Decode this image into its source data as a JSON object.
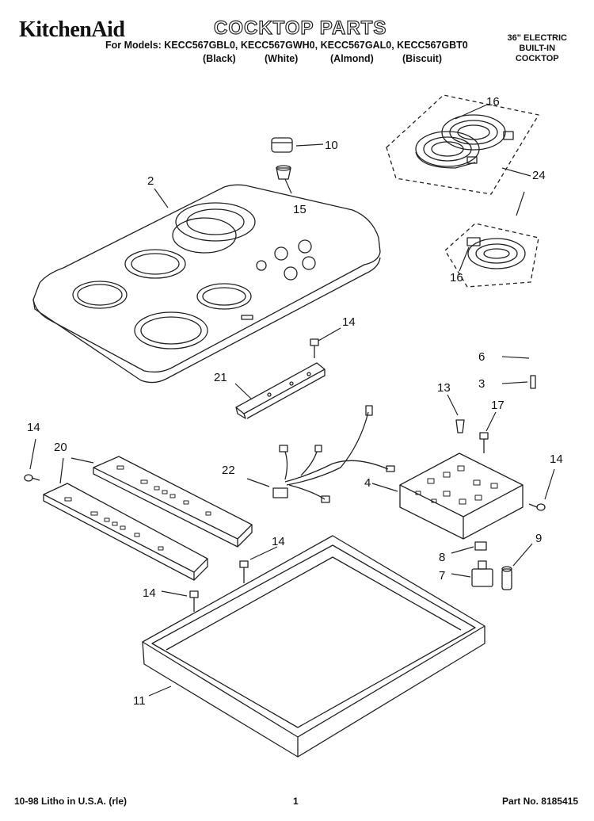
{
  "header": {
    "brand": "KitchenAid",
    "title": "COCKTOP PARTS",
    "models": "For Models: KECC567GBL0, KECC567GWH0, KECC567GAL0, KECC567GBT0",
    "colors": [
      "(Black)",
      "(White)",
      "(Almond)",
      "(Biscuit)"
    ],
    "product_type": [
      "36\" ELECTRIC",
      "BUILT-IN",
      "COCKTOP"
    ]
  },
  "callouts": [
    "2",
    "10",
    "15",
    "16",
    "24",
    "16",
    "14",
    "6",
    "3",
    "21",
    "13",
    "17",
    "14",
    "20",
    "22",
    "4",
    "14",
    "8",
    "9",
    "7",
    "14",
    "11",
    "14"
  ],
  "footer": {
    "left": "10-98 Litho in U.S.A. (rle)",
    "center": "1",
    "right": "Part No. 8185415"
  }
}
